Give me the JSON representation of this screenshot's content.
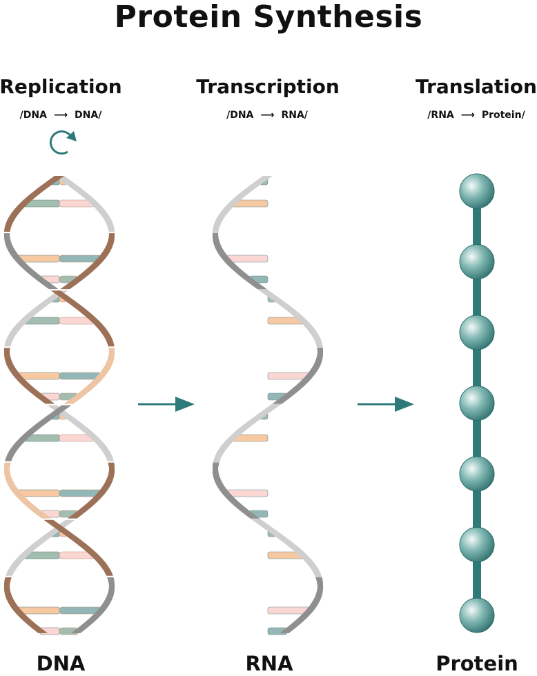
{
  "title": "Protein Synthesis",
  "stages": [
    {
      "title": "Replication",
      "from": "/DNA",
      "to": "DNA/",
      "bottom": "DNA"
    },
    {
      "title": "Transcription",
      "from": "/DNA",
      "to": "RNA/",
      "bottom": "RNA"
    },
    {
      "title": "Translation",
      "from": "/RNA",
      "to": "Protein/",
      "bottom": "Protein"
    }
  ],
  "icons": {
    "replication": "circular-arrow-icon",
    "process": "right-arrow-icon",
    "protein": "amino-acid-bead-icon"
  },
  "protein_bead_count": 7,
  "colors": {
    "teal": "#2e7a78",
    "base_blue": "#93b7b7",
    "base_peach": "#f6c9a3",
    "base_pink": "#fad7d3",
    "base_sage": "#a3bdb0",
    "backbone_light": "#cfcfcf",
    "backbone_dark": "#8f8f8f",
    "strand_brown": "#9c7158",
    "strand_tan": "#edc4a4"
  }
}
